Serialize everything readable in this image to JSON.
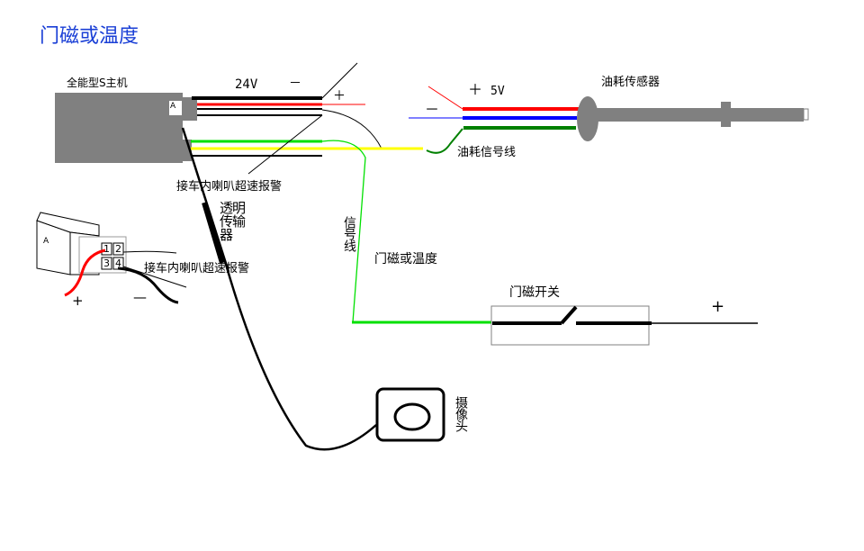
{
  "title": "门磁或温度",
  "labels": {
    "host": "全能型S主机",
    "host_port": "A",
    "voltage_24": "24V",
    "minus_24": "－",
    "plus_24": "＋",
    "horn_alarm_1": "接车内喇叭超速报警",
    "plus_5v": "＋",
    "voltage_5": "5V",
    "minus_5v": "－",
    "fuel_sensor": "油耗传感器",
    "fuel_signal": "油耗信号线",
    "transparent_transmitter": "透明传输器",
    "signal_wire": "信号线",
    "door_or_temp": "门磁或温度",
    "door_switch": "门磁开关",
    "plus_switch": "+",
    "camera": "摄像头",
    "connector_port": "A",
    "pin1": "1",
    "pin2": "2",
    "pin3": "3",
    "pin4": "4",
    "horn_alarm_2": "接车内喇叭超速报警",
    "connector_plus": "+",
    "connector_minus": "—"
  },
  "colors": {
    "title": "#1a3fd6",
    "host_body": "#808080",
    "wire_red": "#ff0000",
    "wire_black": "#000000",
    "wire_green": "#00e000",
    "wire_yellow": "#ffff00",
    "wire_blue": "#0000ff",
    "wire_darkgreen": "#008000"
  }
}
